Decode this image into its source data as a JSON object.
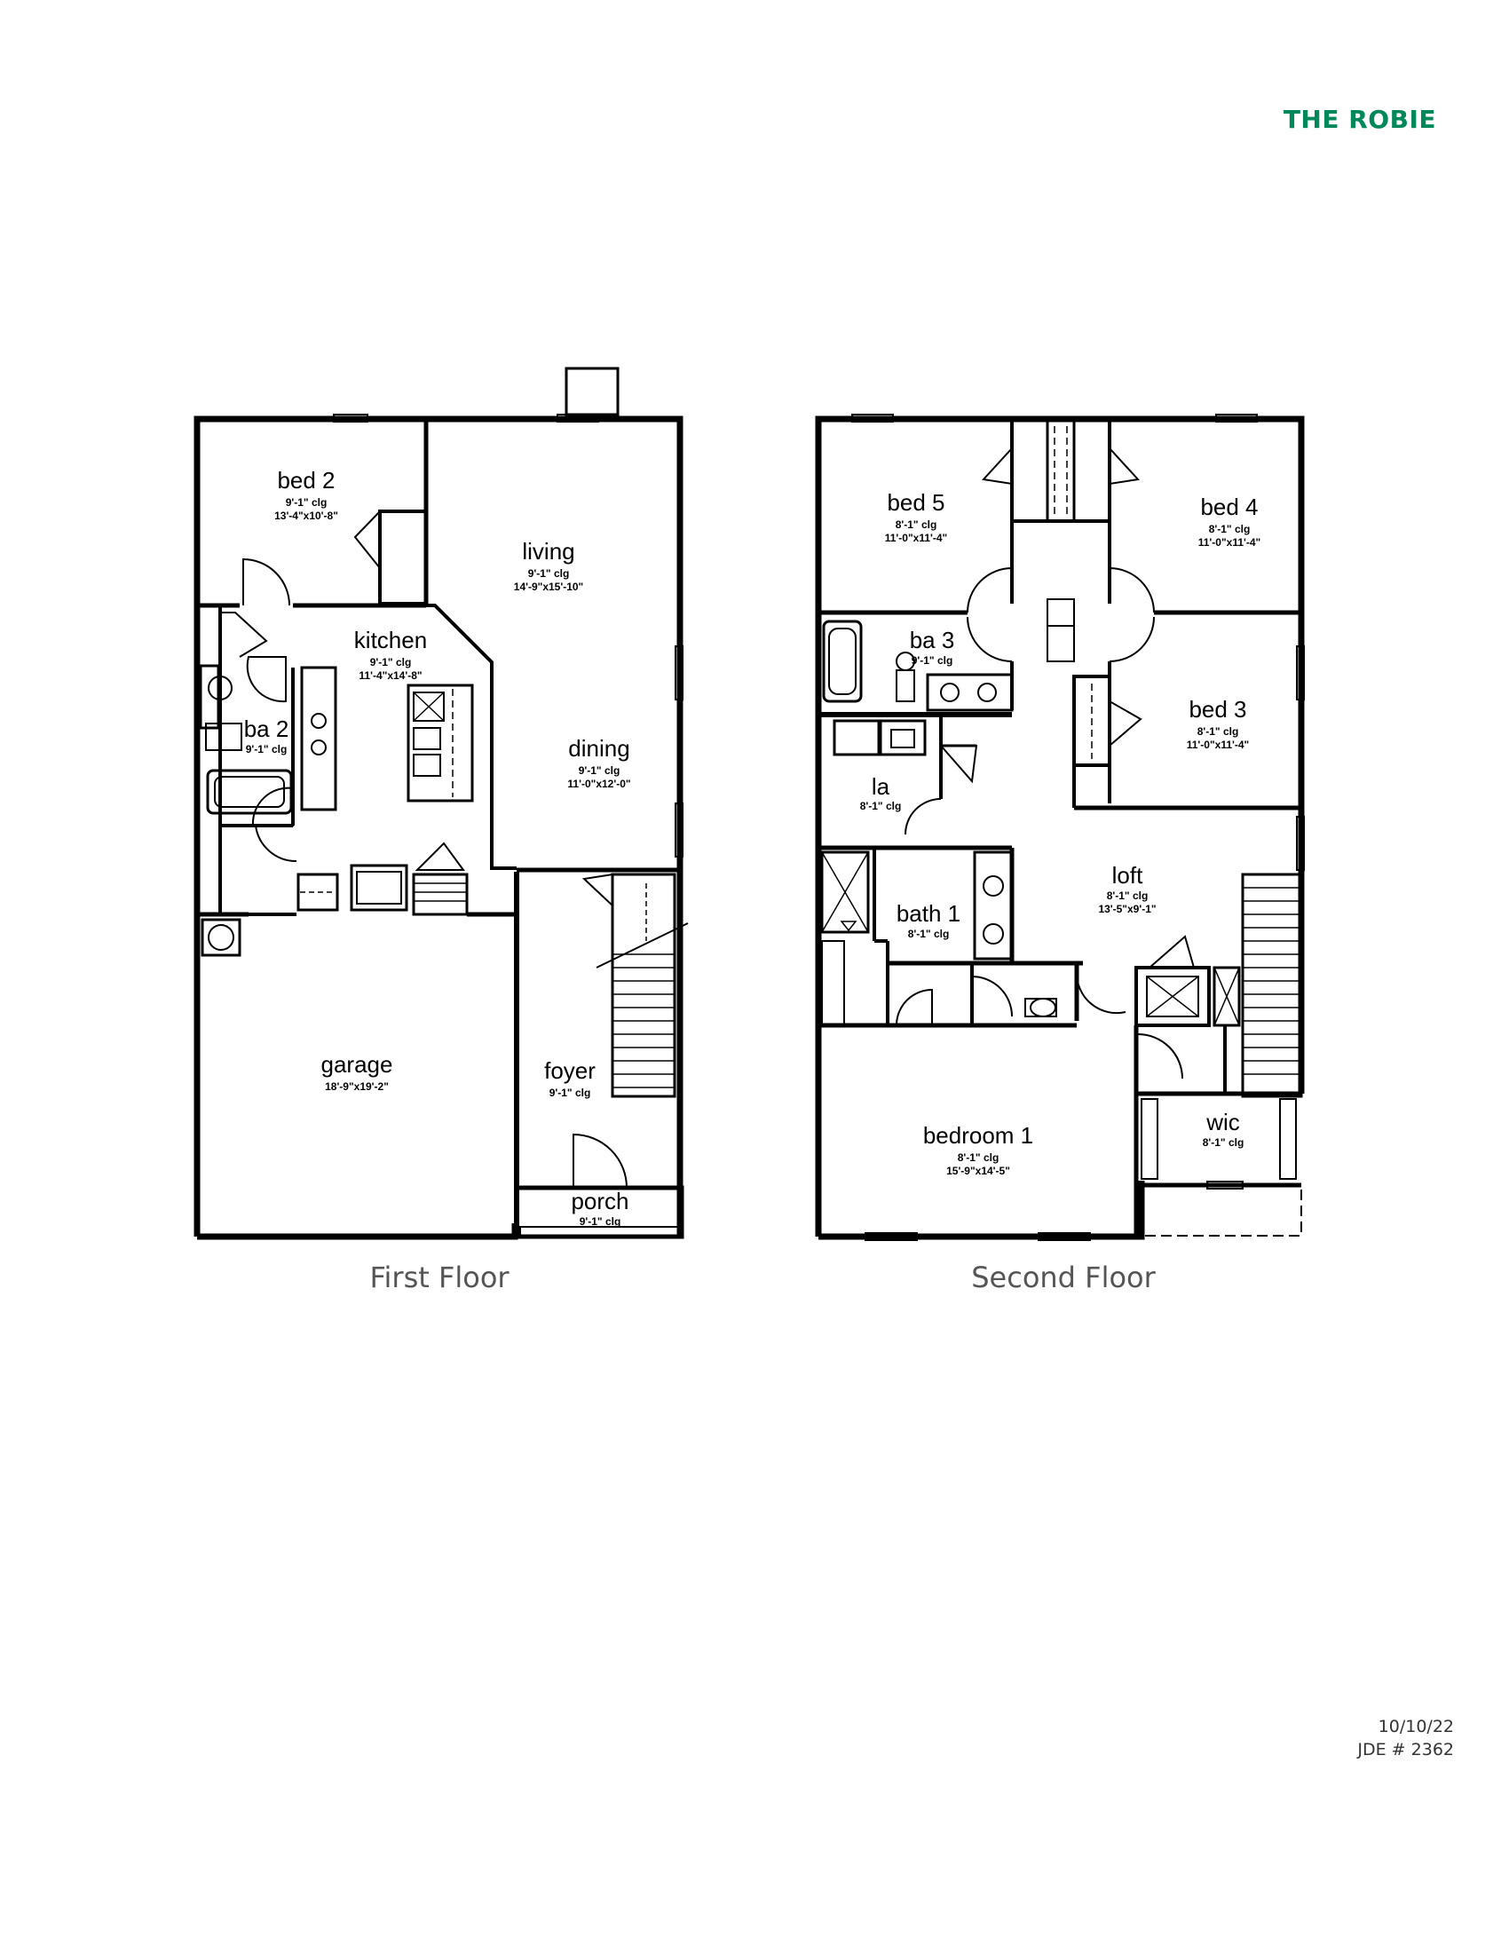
{
  "header": {
    "title": "THE ROBIE"
  },
  "first_floor": {
    "caption": "First Floor",
    "rooms": {
      "bed2": {
        "name": "bed 2",
        "ceiling": "9'-1\" clg",
        "size": "13'-4\"x10'-8\""
      },
      "living": {
        "name": "living",
        "ceiling": "9'-1\" clg",
        "size": "14'-9\"x15'-10\""
      },
      "kitchen": {
        "name": "kitchen",
        "ceiling": "9'-1\" clg",
        "size": "11'-4\"x14'-8\""
      },
      "ba2": {
        "name": "ba 2",
        "ceiling": "9'-1\" clg"
      },
      "dining": {
        "name": "dining",
        "ceiling": "9'-1\" clg",
        "size": "11'-0\"x12'-0\""
      },
      "garage": {
        "name": "garage",
        "size": "18'-9\"x19'-2\""
      },
      "foyer": {
        "name": "foyer",
        "ceiling": "9'-1\" clg"
      },
      "porch": {
        "name": "porch",
        "ceiling": "9'-1\" clg"
      }
    }
  },
  "second_floor": {
    "caption": "Second Floor",
    "rooms": {
      "bed5": {
        "name": "bed 5",
        "ceiling": "8'-1\" clg",
        "size": "11'-0\"x11'-4\""
      },
      "bed4": {
        "name": "bed 4",
        "ceiling": "8'-1\" clg",
        "size": "11'-0\"x11'-4\""
      },
      "ba3": {
        "name": "ba 3",
        "ceiling": "9'-1\" clg"
      },
      "bed3": {
        "name": "bed 3",
        "ceiling": "8'-1\" clg",
        "size": "11'-0\"x11'-4\""
      },
      "la": {
        "name": "la",
        "ceiling": "8'-1\" clg"
      },
      "loft": {
        "name": "loft",
        "ceiling": "8'-1\" clg",
        "size": "13'-5\"x9'-1\""
      },
      "bath1": {
        "name": "bath 1",
        "ceiling": "8'-1\" clg"
      },
      "bedroom1": {
        "name": "bedroom 1",
        "ceiling": "8'-1\" clg",
        "size": "15'-9\"x14'-5\""
      },
      "wic": {
        "name": "wic",
        "ceiling": "8'-1\" clg"
      }
    }
  },
  "footer": {
    "date": "10/10/22",
    "jde": "JDE # 2362"
  }
}
